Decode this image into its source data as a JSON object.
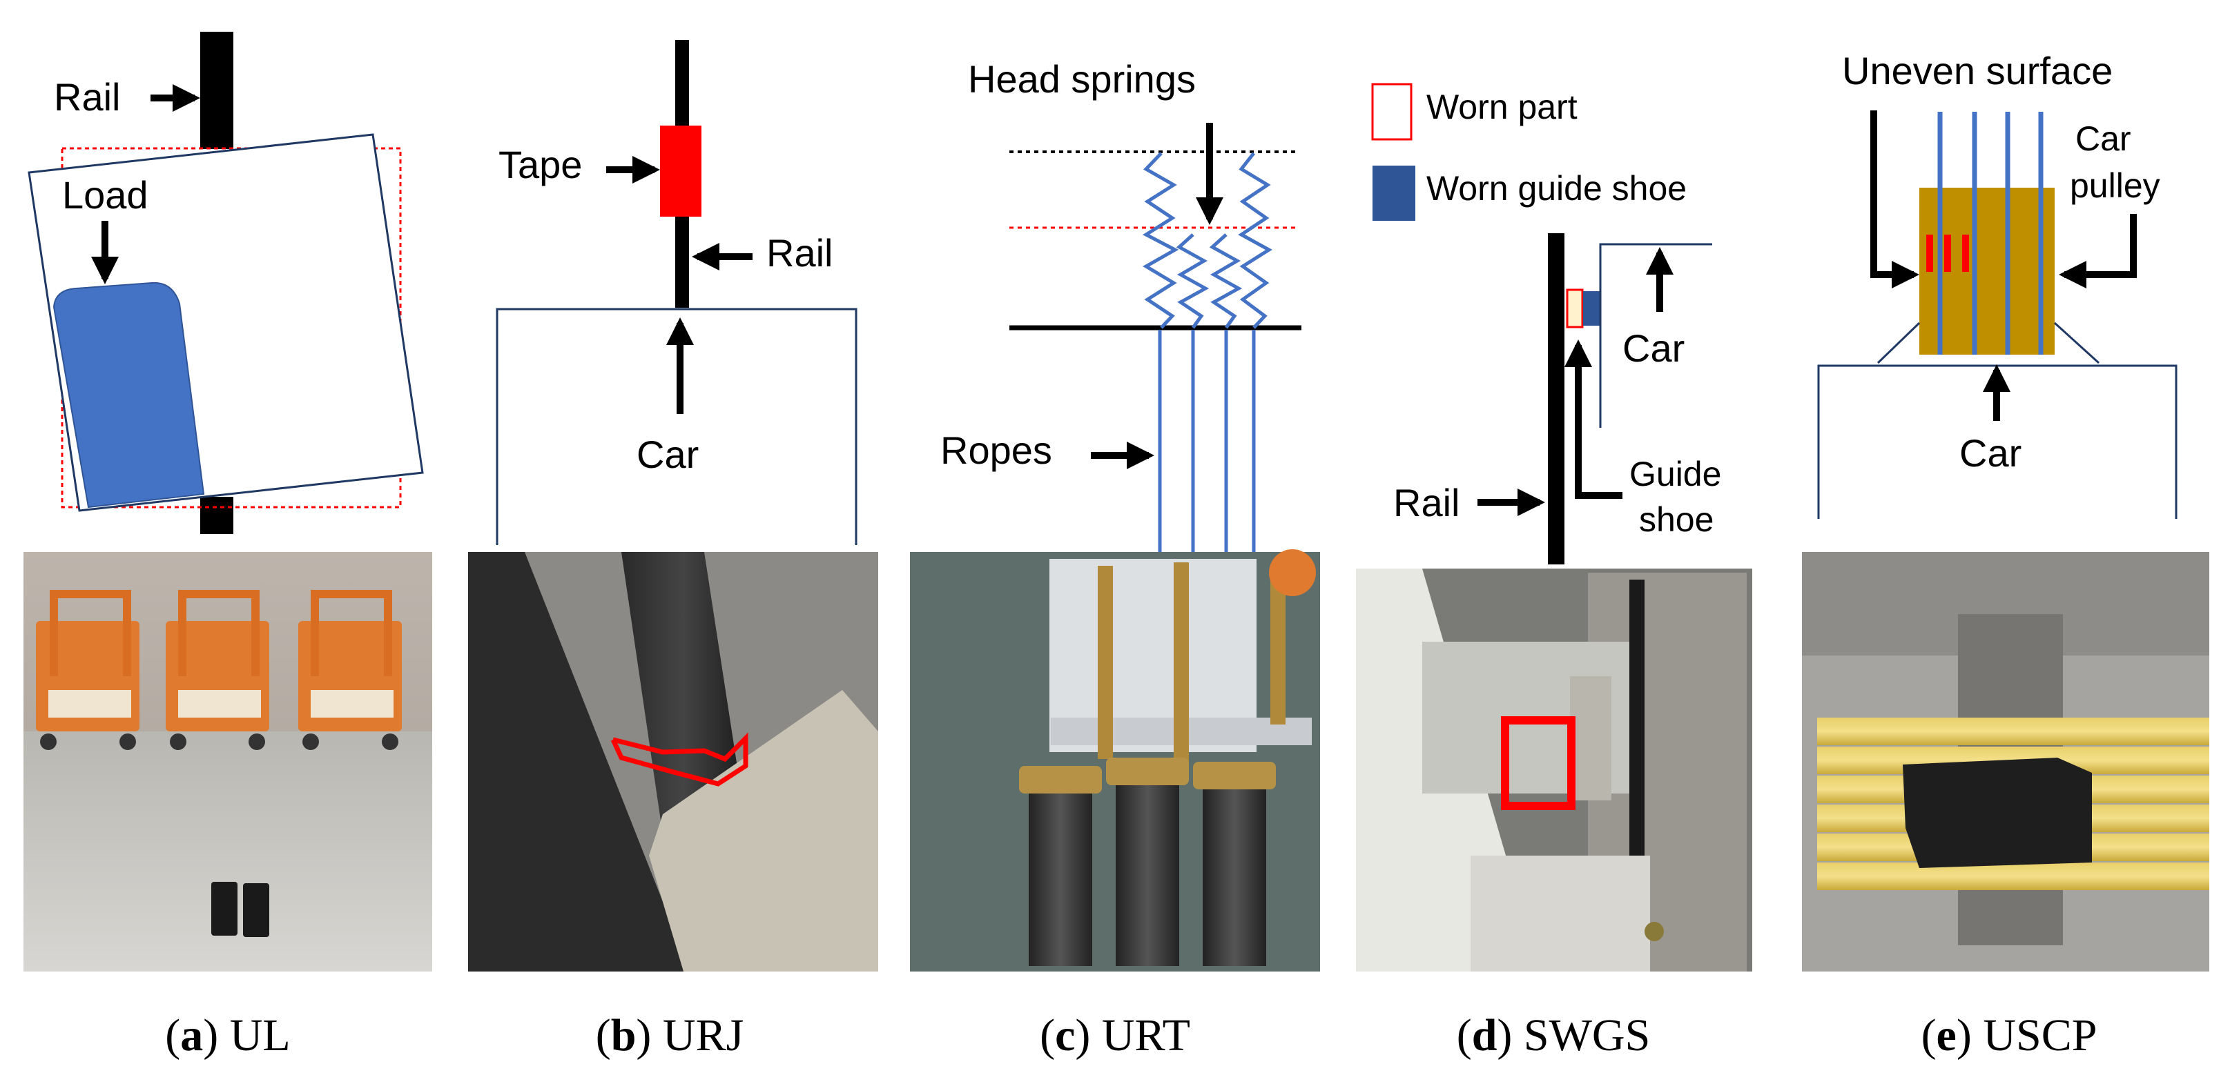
{
  "panels": [
    {
      "id": "a",
      "caption_letter": "a",
      "caption_name": "UL",
      "labels": {
        "rail": "Rail",
        "load": "Load"
      }
    },
    {
      "id": "b",
      "caption_letter": "b",
      "caption_name": "URJ",
      "labels": {
        "tape": "Tape",
        "rail": "Rail",
        "car": "Car"
      }
    },
    {
      "id": "c",
      "caption_letter": "c",
      "caption_name": "URT",
      "labels": {
        "head_springs": "Head springs",
        "ropes": "Ropes"
      }
    },
    {
      "id": "d",
      "caption_letter": "d",
      "caption_name": "SWGS",
      "labels": {
        "worn_part": "Worn part",
        "worn_guide_shoe": "Worn guide shoe",
        "car": "Car",
        "rail": "Rail",
        "guide_1": "Guide",
        "guide_2": "shoe"
      }
    },
    {
      "id": "e",
      "caption_letter": "e",
      "caption_name": "USCP",
      "labels": {
        "uneven_surface": "Uneven surface",
        "car_1": "Car",
        "car_2": "pulley",
        "car": "Car"
      }
    }
  ],
  "colors": {
    "accent_blue": "#4472c4",
    "marker_red": "#ff0000",
    "pulley_gold": "#bf8f00",
    "frame_navy": "#1f3864",
    "shoe_blue": "#2f5597",
    "shoe_tan": "#fff2cc"
  },
  "photos": [
    {
      "panel": "a",
      "subject": "orange-load-carts-photo"
    },
    {
      "panel": "b",
      "subject": "rail-joint-tape-photo"
    },
    {
      "panel": "c",
      "subject": "head-springs-photo"
    },
    {
      "panel": "d",
      "subject": "guide-shoe-photo"
    },
    {
      "panel": "e",
      "subject": "car-pulley-photo"
    }
  ]
}
